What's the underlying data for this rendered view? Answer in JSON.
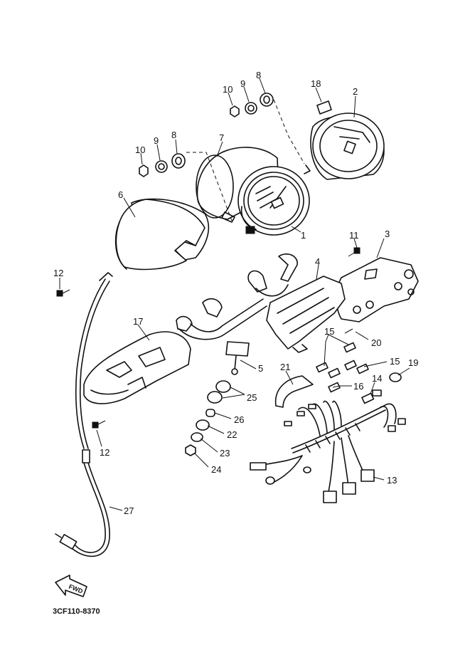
{
  "diagram": {
    "callouts": [
      {
        "id": "c1",
        "text": "1"
      },
      {
        "id": "c2",
        "text": "2"
      },
      {
        "id": "c3",
        "text": "3"
      },
      {
        "id": "c4",
        "text": "4"
      },
      {
        "id": "c5",
        "text": "5"
      },
      {
        "id": "c6",
        "text": "6"
      },
      {
        "id": "c7",
        "text": "7"
      },
      {
        "id": "c8a",
        "text": "8"
      },
      {
        "id": "c8b",
        "text": "8"
      },
      {
        "id": "c9a",
        "text": "9"
      },
      {
        "id": "c9b",
        "text": "9"
      },
      {
        "id": "c10a",
        "text": "10"
      },
      {
        "id": "c10b",
        "text": "10"
      },
      {
        "id": "c11",
        "text": "11"
      },
      {
        "id": "c12a",
        "text": "12"
      },
      {
        "id": "c12b",
        "text": "12"
      },
      {
        "id": "c13",
        "text": "13"
      },
      {
        "id": "c14",
        "text": "14"
      },
      {
        "id": "c15a",
        "text": "15"
      },
      {
        "id": "c15b",
        "text": "15"
      },
      {
        "id": "c16",
        "text": "16"
      },
      {
        "id": "c17",
        "text": "17"
      },
      {
        "id": "c18",
        "text": "18"
      },
      {
        "id": "c19",
        "text": "19"
      },
      {
        "id": "c20",
        "text": "20"
      },
      {
        "id": "c21",
        "text": "21"
      },
      {
        "id": "c22",
        "text": "22"
      },
      {
        "id": "c23",
        "text": "23"
      },
      {
        "id": "c24",
        "text": "24"
      },
      {
        "id": "c25",
        "text": "25"
      },
      {
        "id": "c26",
        "text": "26"
      },
      {
        "id": "c27",
        "text": "27"
      }
    ],
    "fwd_label": "FWD",
    "drawing_code": "3CF110-8370"
  }
}
